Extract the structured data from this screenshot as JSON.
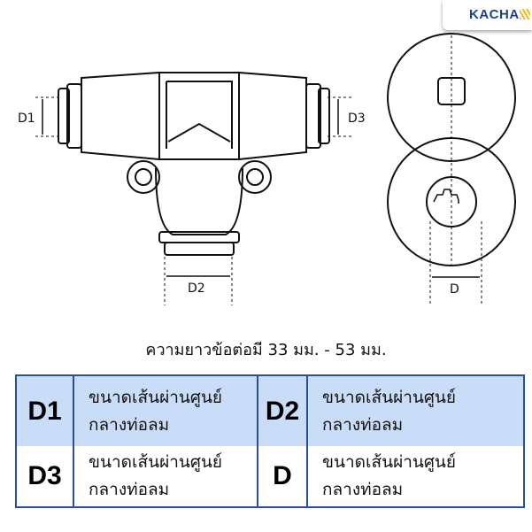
{
  "brand": {
    "name": "KACHA",
    "accent": "#f2b91f",
    "color": "#1f3f8f"
  },
  "diagram": {
    "labels": {
      "d1": "D1",
      "d2": "D2",
      "d3": "D3",
      "d": "D"
    }
  },
  "length_note": "ความยาวข้อต่อมี 33 มม. - 53 มม.",
  "table": {
    "rows": [
      [
        {
          "code": "D1",
          "line1": "ขนาดเส้นผ่านศูนย์",
          "line2": "กลางท่อลม"
        },
        {
          "code": "D2",
          "line1": "ขนาดเส้นผ่านศูนย์",
          "line2": "กลางท่อลม"
        }
      ],
      [
        {
          "code": "D3",
          "line1": "ขนาดเส้นผ่านศูนย์",
          "line2": "กลางท่อลม"
        },
        {
          "code": "D",
          "line1": "ขนาดเส้นผ่านศูนย์",
          "line2": "กลางท่อลม"
        }
      ]
    ],
    "header_color": "#c9dcf8",
    "border_color": "#2a4f9a"
  }
}
